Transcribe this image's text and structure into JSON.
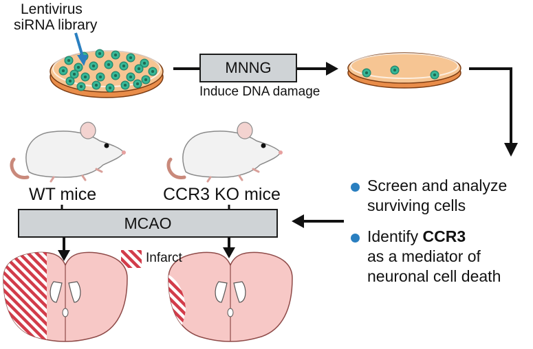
{
  "library_label_line1": "Lentivirus",
  "library_label_line2": "siRNA library",
  "treatment_box": "MNNG",
  "treatment_caption": "Induce DNA damage",
  "mouse_left_label": "WT mice",
  "mouse_right_label": "CCR3 KO mice",
  "procedure_box": "MCAO",
  "legend_label": "Infarct",
  "bullets": {
    "first_line1": "Screen and analyze",
    "first_line2": "surviving cells",
    "second_prefix": "Identify ",
    "second_bold": "CCR3",
    "second_line2": "as a mediator of",
    "second_line3": "neuronal cell death"
  },
  "colors": {
    "dish_medium": "#f6c593",
    "cell_fill": "#3fc29e",
    "bullet": "#2a7fc0",
    "infarct": "#d23c4a",
    "brain_fill": "#f7c8c6",
    "box_fill": "#cfd3d6"
  }
}
